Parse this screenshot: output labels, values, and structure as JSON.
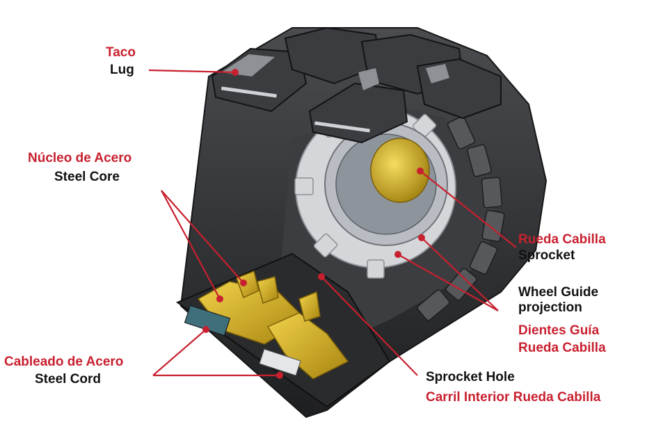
{
  "colors": {
    "accent_red": "#c8202f",
    "text_black": "#111111",
    "rubber": "#2e2f31",
    "steel_core": "#d8b21c",
    "sprocket": "#d4d6d9"
  },
  "labels": {
    "lug": {
      "es": "Taco",
      "en": "Lug"
    },
    "steel_core": {
      "es": "Núcleo de Acero",
      "en": "Steel Core"
    },
    "steel_cord": {
      "es": "Cableado de Acero",
      "en": "Steel Cord"
    },
    "sprocket": {
      "es": "Rueda Cabilla",
      "en": "Sprocket"
    },
    "wheel_guide": {
      "en": "Wheel Guide projection",
      "es_line1": "Dientes Guía",
      "es_line2": "Rueda Cabilla"
    },
    "sprocket_hole": {
      "en": "Sprocket Hole",
      "es": "Carril Interior Rueda Cabilla"
    }
  }
}
